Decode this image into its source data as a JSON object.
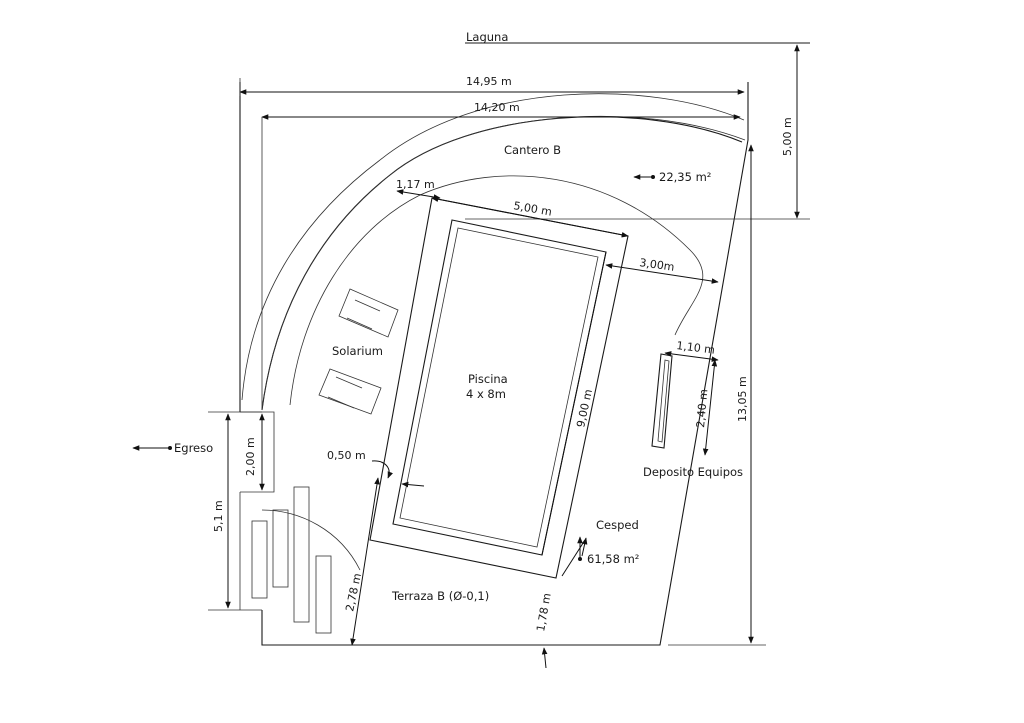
{
  "labels": {
    "laguna": "Laguna",
    "cantero": "Cantero B",
    "solarium": "Solarium",
    "piscina_l1": "Piscina",
    "piscina_l2": "4 x 8m",
    "egreso": "Egreso",
    "deposito": "Deposito Equipos",
    "cesped": "Cesped",
    "terraza": "Terraza B (Ø-0,1)"
  },
  "areas": {
    "cantero_area": "22,35 m²",
    "cesped_area": "61,58 m²"
  },
  "dimensions": {
    "total_width": "14,95 m",
    "inner_width": "14,20 m",
    "laguna_depth": "5,00 m",
    "right_height": "13,05 m",
    "pool_offset_top": "1,17 m",
    "pool_width": "5,00 m",
    "pool_to_east": "3,00m",
    "pool_length": "9,00 m",
    "deposit_width": "1,10 m",
    "deposit_length": "2,40 m",
    "pool_border": "0,50 m",
    "egreso_gap": "2,00 m",
    "left_height": "5,1 m",
    "terraza_side": "2,78 m",
    "terraza_bottom": "1,78 m"
  }
}
